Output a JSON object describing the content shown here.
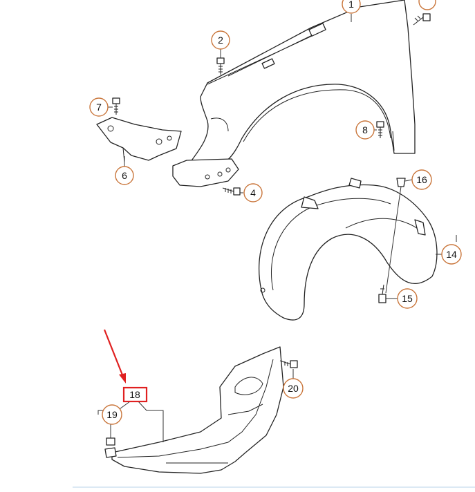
{
  "callouts": {
    "c1": "1",
    "c2": "2",
    "c4": "4",
    "c6": "6",
    "c7": "7",
    "c8": "8",
    "c14": "14",
    "c15": "15",
    "c16": "16",
    "c18": "18",
    "c19": "19",
    "c20": "20"
  },
  "highlight": {
    "box_color": "#e02020",
    "arrow_color": "#e02020",
    "callout_color": "#c9753a"
  }
}
